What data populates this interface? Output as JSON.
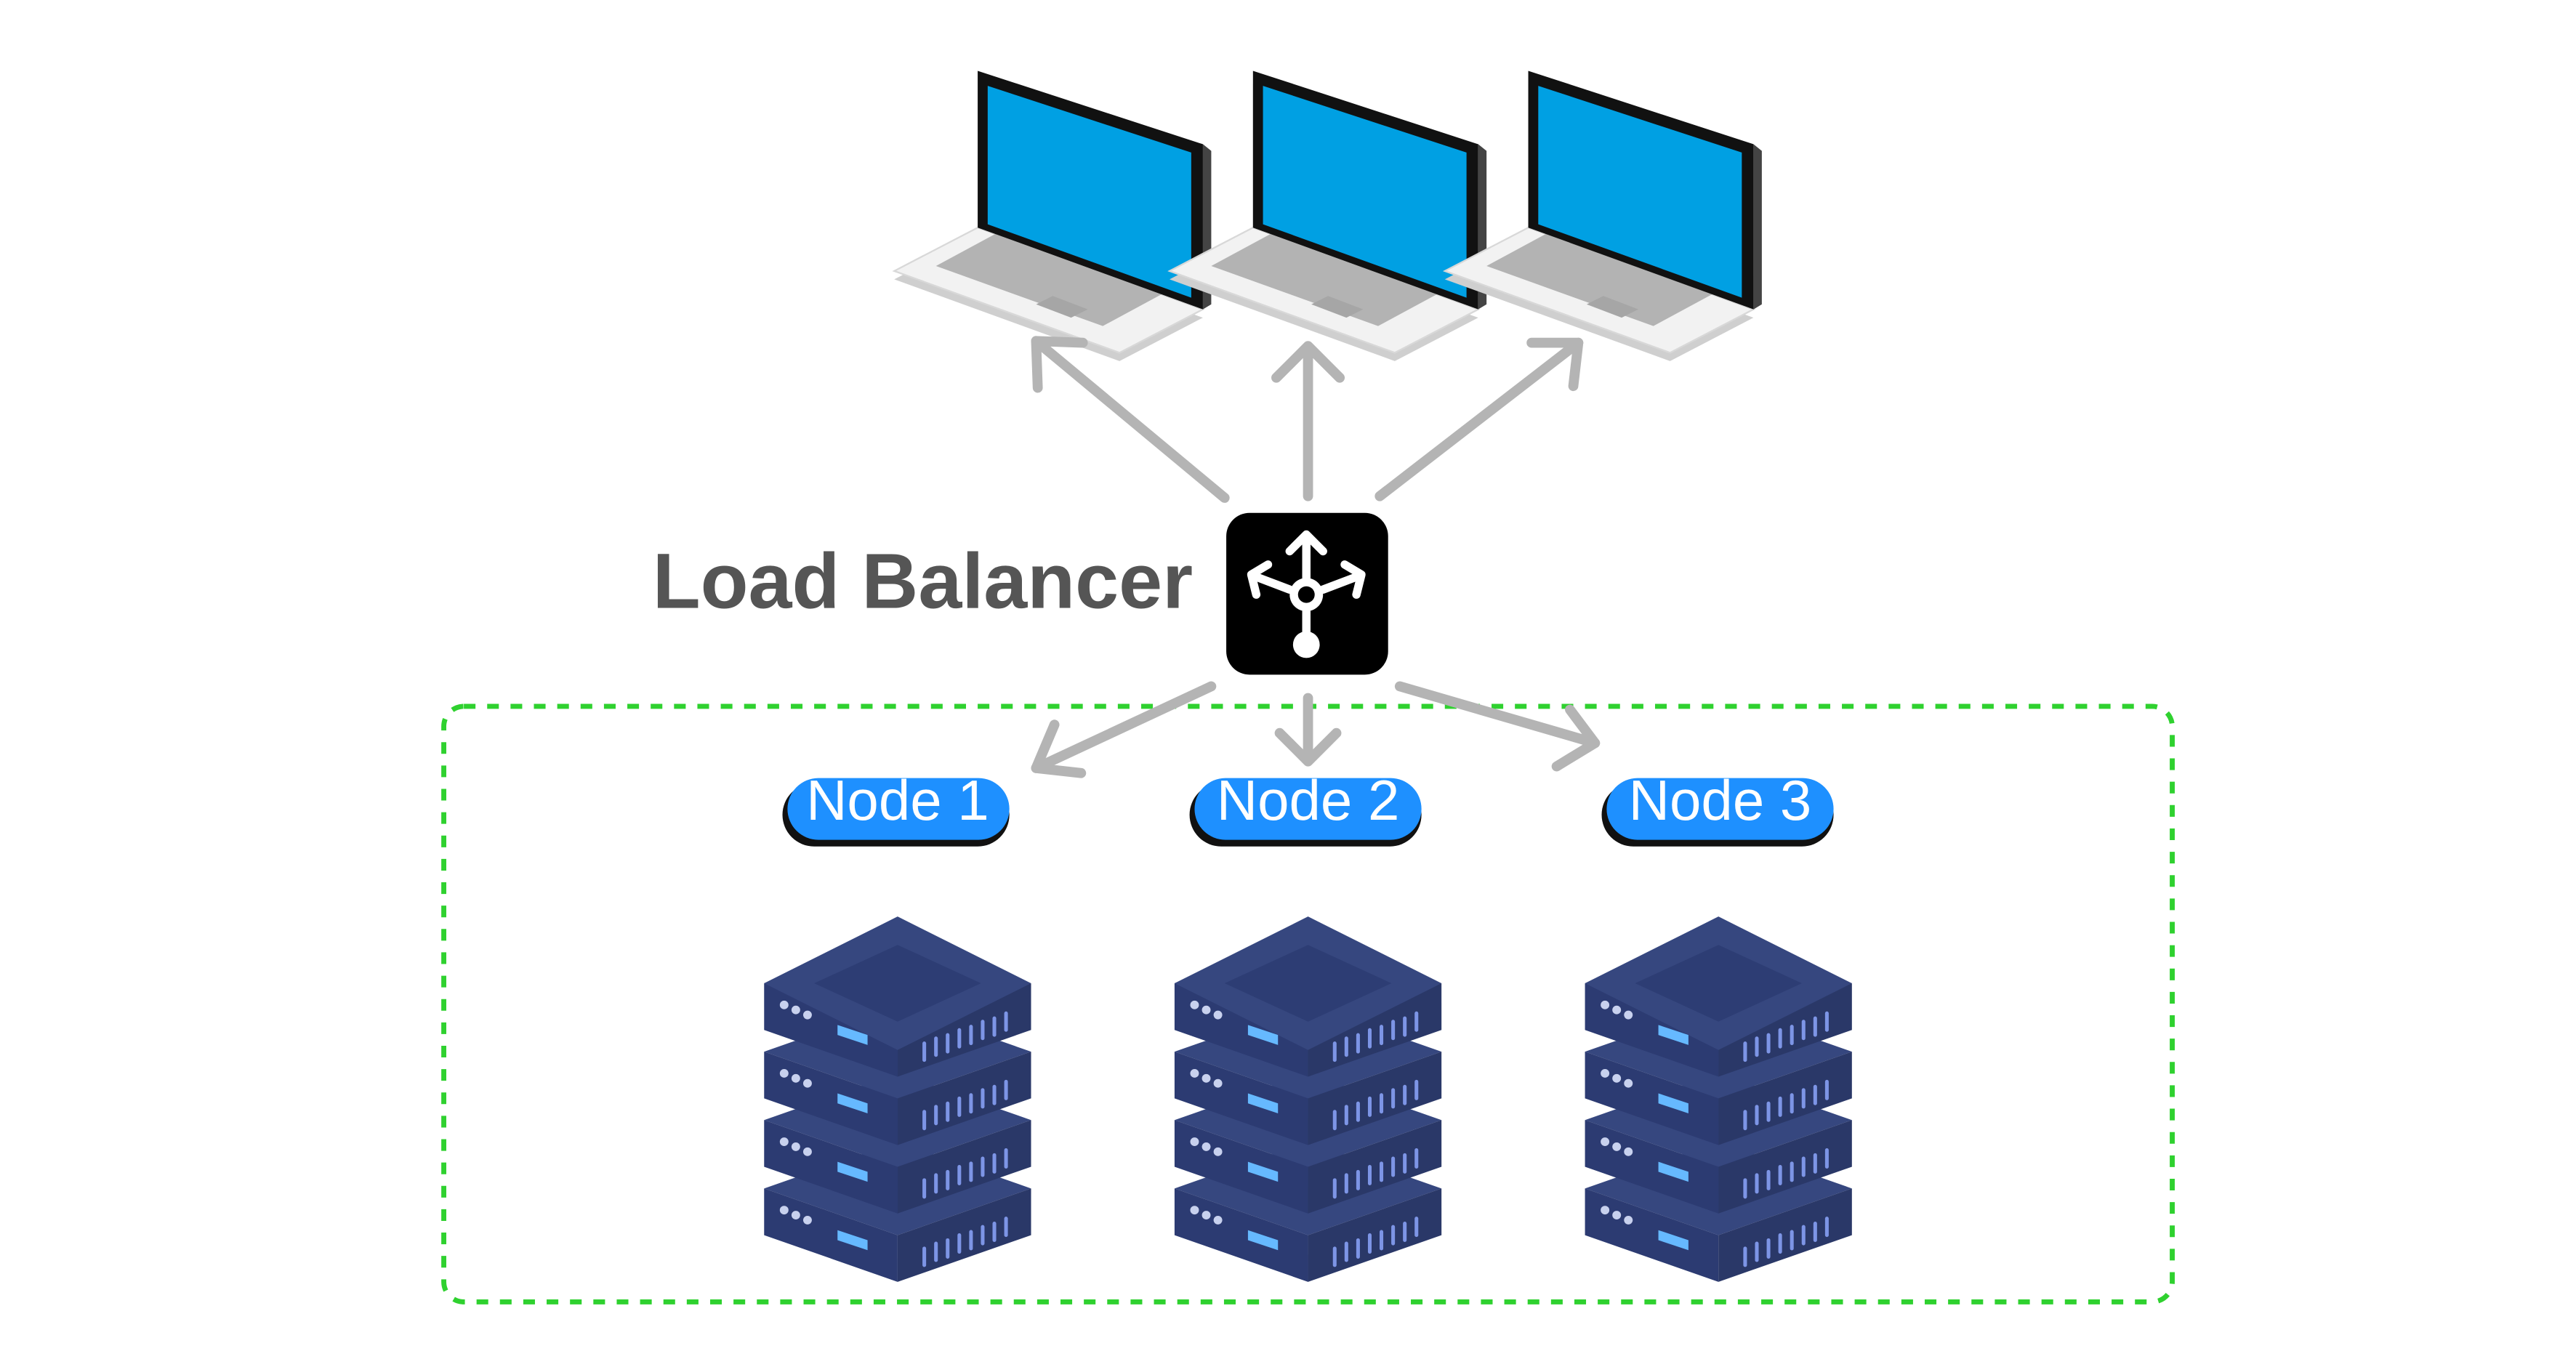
{
  "load_balancer": {
    "label": "Load Balancer",
    "icon": "load-balancer-icon"
  },
  "clients": [
    {
      "icon": "laptop-icon"
    },
    {
      "icon": "laptop-icon"
    },
    {
      "icon": "laptop-icon"
    }
  ],
  "nodes": [
    {
      "label": "Node 1",
      "icon": "server-stack-icon"
    },
    {
      "label": "Node 2",
      "icon": "server-stack-icon"
    },
    {
      "label": "Node 3",
      "icon": "server-stack-icon"
    }
  ],
  "colors": {
    "arrow": "#b4b4b4",
    "cluster_border": "#2fd12f",
    "node_pill": "#1e90ff",
    "server_body": "#2f3f76",
    "laptop_screen": "#00a0e3"
  }
}
